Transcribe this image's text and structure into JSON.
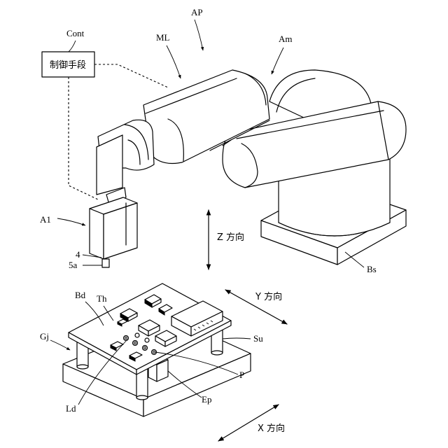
{
  "labels": {
    "ap": "AP",
    "cont": "Cont",
    "ml": "ML",
    "am": "Am",
    "controller": "制御手段",
    "a1": "A1",
    "four": "4",
    "fivea": "5a",
    "bs": "Bs",
    "z_dir": "Z 方向",
    "bd": "Bd",
    "th": "Th",
    "y_dir": "Y 方向",
    "gj": "Gj",
    "su": "Su",
    "p": "P",
    "ld": "Ld",
    "ep": "Ep",
    "x_dir": "X 方向"
  }
}
